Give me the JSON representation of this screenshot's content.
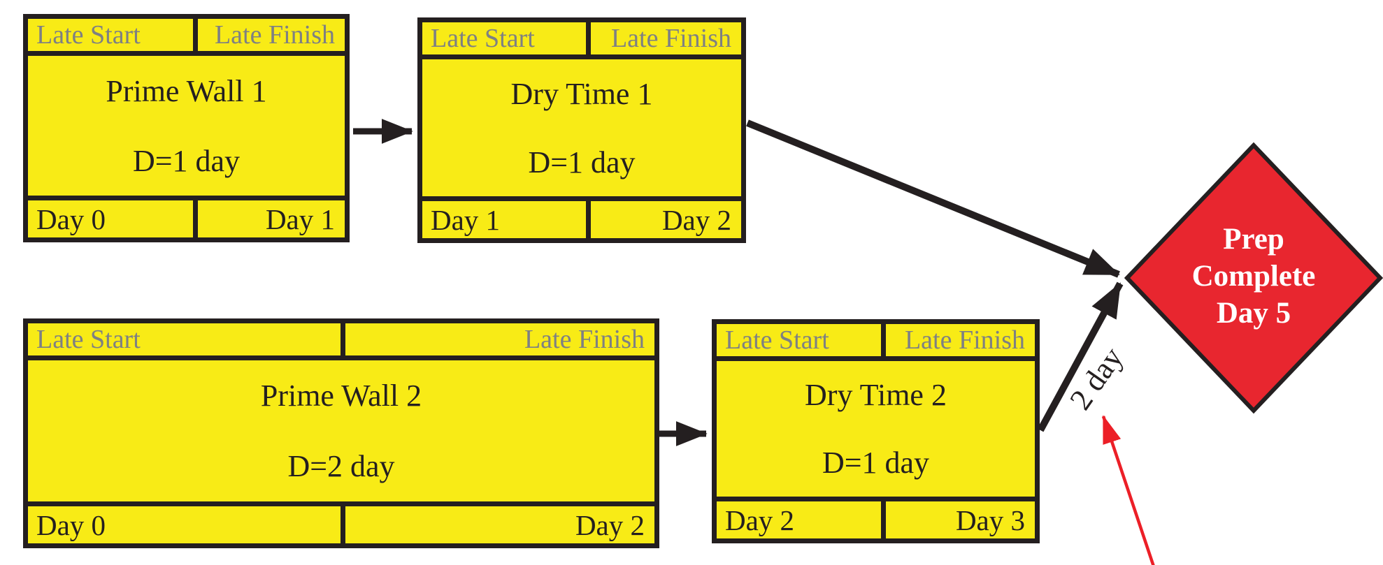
{
  "diagram": {
    "type": "precedence-network",
    "background": "#ffffff"
  },
  "colors": {
    "node_fill": "#f8eb16",
    "ink": "#241f20",
    "header_text": "#7e8083",
    "milestone_fill": "#e8262f",
    "milestone_text": "#ffffff",
    "annotation": "#ec1f27"
  },
  "nodes": [
    {
      "id": "prime-wall-1",
      "header_left": "Late Start",
      "header_right": "Late Finish",
      "title": "Prime Wall 1",
      "duration": "D=1 day",
      "footer_left": "Day 0",
      "footer_right": "Day 1"
    },
    {
      "id": "dry-time-1",
      "header_left": "Late Start",
      "header_right": "Late Finish",
      "title": "Dry Time 1",
      "duration": "D=1 day",
      "footer_left": "Day 1",
      "footer_right": "Day 2"
    },
    {
      "id": "prime-wall-2",
      "header_left": "Late Start",
      "header_right": "Late Finish",
      "title": "Prime Wall 2",
      "duration": "D=2 day",
      "footer_left": "Day 0",
      "footer_right": "Day 2"
    },
    {
      "id": "dry-time-2",
      "header_left": "Late Start",
      "header_right": "Late Finish",
      "title": "Dry Time 2",
      "duration": "D=1 day",
      "footer_left": "Day 2",
      "footer_right": "Day 3"
    }
  ],
  "milestone": {
    "line1": "Prep",
    "line2": "Complete",
    "line3": "Day 5"
  },
  "edge_label": {
    "text": "2 day"
  }
}
